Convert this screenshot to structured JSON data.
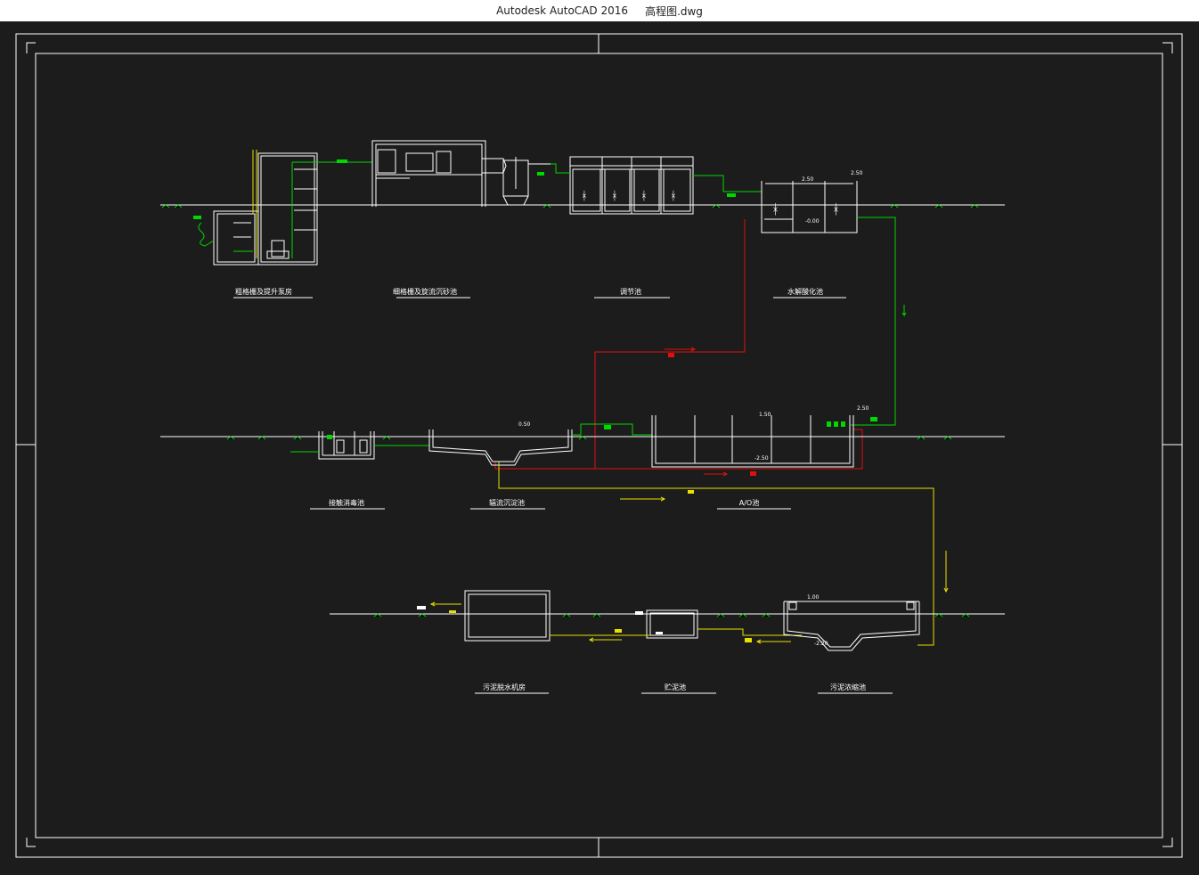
{
  "window": {
    "app_title": "Autodesk AutoCAD 2016",
    "file_name": "高程图.dwg"
  },
  "colors": {
    "background": "#1c1c1c",
    "linework": "#ffffff",
    "green_flow": "#00d800",
    "red_flow": "#e01010",
    "yellow_flow": "#e8e000"
  },
  "drawing": {
    "row1_labels": [
      "粗格栅及提升泵房",
      "细格栅及旋流沉砂池",
      "调节池",
      "水解酸化池"
    ],
    "row2_labels": [
      "接触消毒池",
      "辐流沉淀池",
      "A/O池"
    ],
    "row3_labels": [
      "污泥脱水机房",
      "贮泥池",
      "污泥浓缩池"
    ],
    "elevations": {
      "hydrolysis_top": "2.50",
      "hydrolysis_water": "2.50",
      "hydrolysis_bottom": "-0.00",
      "ao_top": "2.50",
      "ao_water": "1.50",
      "ao_bottom": "-2.50",
      "clarifier_water": "0.50",
      "thickener_water": "1.00",
      "thickener_bottom": "-2.20"
    }
  }
}
